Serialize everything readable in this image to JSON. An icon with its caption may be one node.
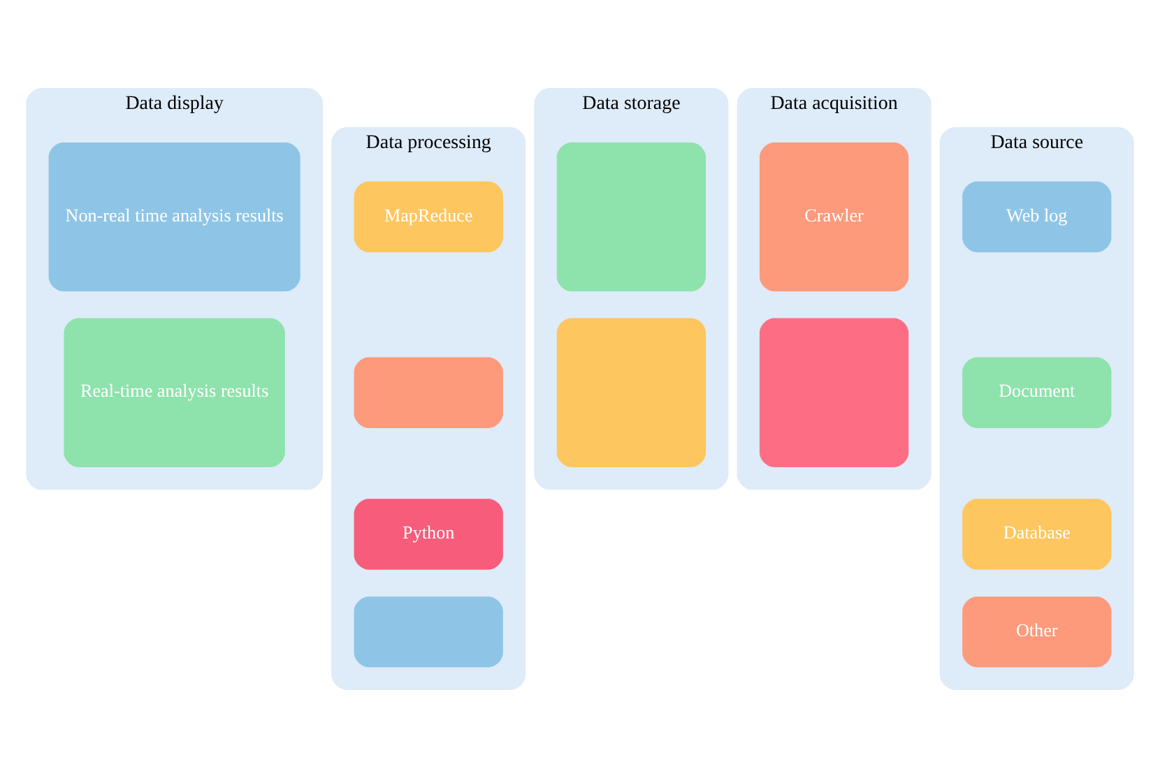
{
  "diagram": {
    "nodes": [
      {
        "text": [
          "Data display"
        ]
      },
      {
        "text": [
          "Non-real time analysis results"
        ],
        "in": 0
      },
      {
        "text": [
          "Real-time analysis results"
        ],
        "in": 0
      },
      {
        "text": [
          "Data processing"
        ]
      },
      {
        "text": [
          "MapReduce"
        ],
        "in": 3
      },
      {
        "text": [],
        "shape": "box",
        "in": 3
      },
      {
        "text": [
          "Python"
        ],
        "in": 3
      },
      {
        "text": [],
        "shape": "box",
        "in": 3
      },
      {
        "text": [
          "Data storage"
        ]
      },
      {
        "text": [],
        "shape": "box",
        "in": 8
      },
      {
        "text": [],
        "shape": "box",
        "in": 8
      },
      {
        "text": [
          "Data acquisition"
        ]
      },
      {
        "text": [
          "Crawler"
        ],
        "in": 11
      },
      {
        "text": [],
        "shape": "box",
        "in": 11
      },
      {
        "text": [
          "Data source"
        ]
      },
      {
        "text": [
          "Web log"
        ],
        "in": 14
      },
      {
        "text": [
          "Document"
        ],
        "in": 14
      },
      {
        "text": [
          "Database"
        ],
        "in": 14
      },
      {
        "text": [
          "Other"
        ],
        "in": 14
      }
    ],
    "edges": []
  }
}
